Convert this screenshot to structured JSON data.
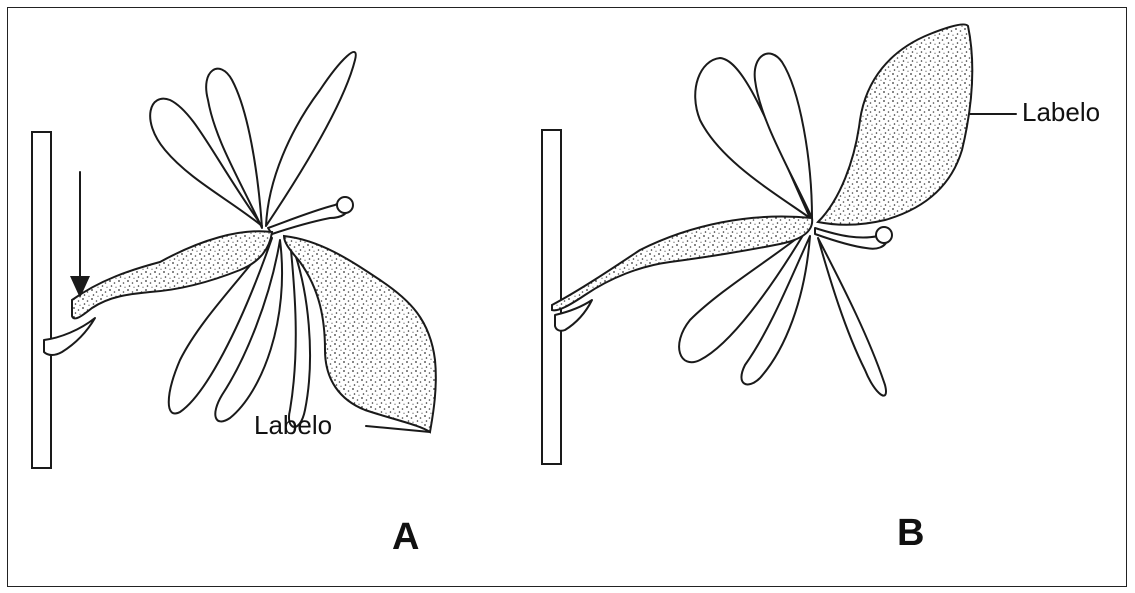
{
  "panels": [
    {
      "letter": "A",
      "callout": "Labelo"
    },
    {
      "letter": "B",
      "callout": "Labelo"
    }
  ]
}
